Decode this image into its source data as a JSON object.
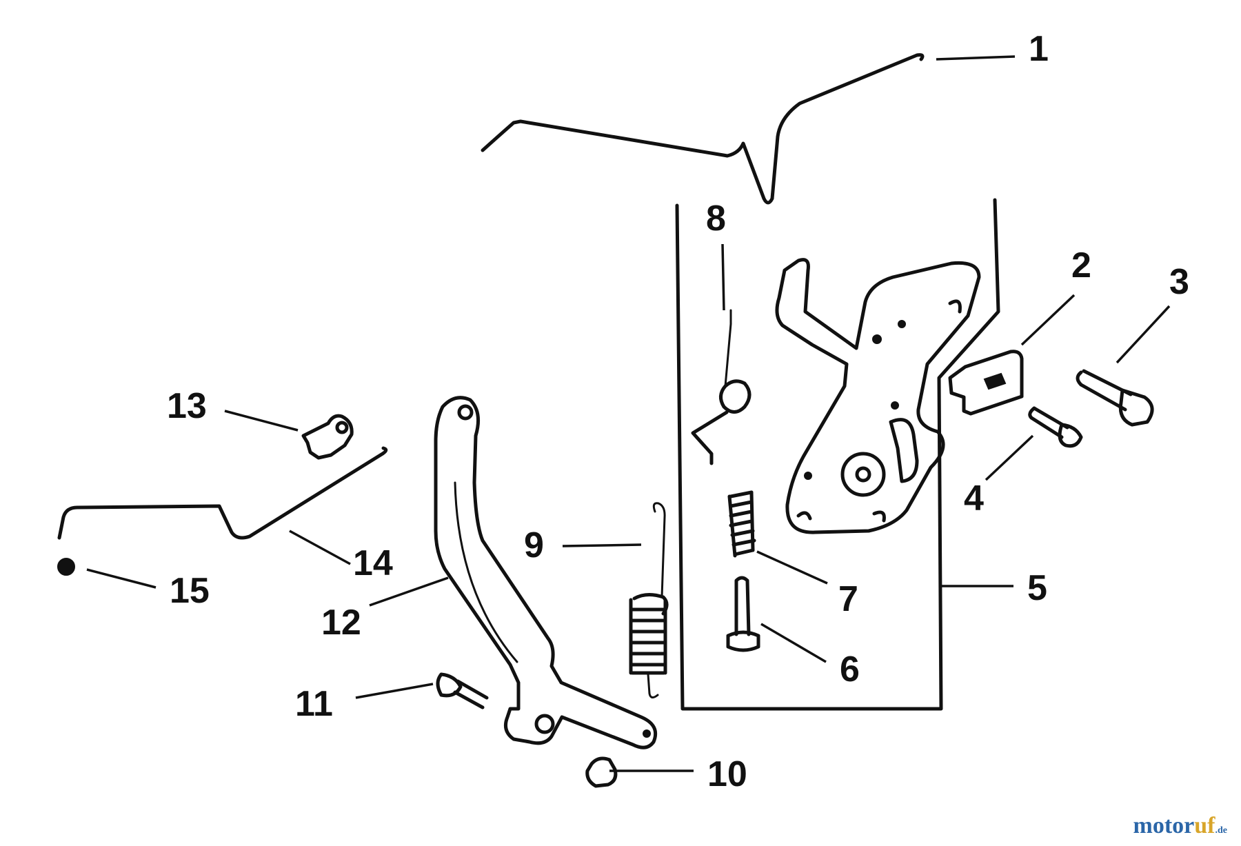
{
  "callouts": [
    "1",
    "2",
    "3",
    "4",
    "5",
    "6",
    "7",
    "8",
    "9",
    "10",
    "11",
    "12",
    "13",
    "14",
    "15"
  ],
  "watermark": {
    "part1": "motor",
    "part2": "uf",
    "suffix": ".de"
  },
  "colors": {
    "line": "#111111",
    "watermark_blue": "#2b66a8",
    "watermark_gold": "#d8a52a"
  }
}
